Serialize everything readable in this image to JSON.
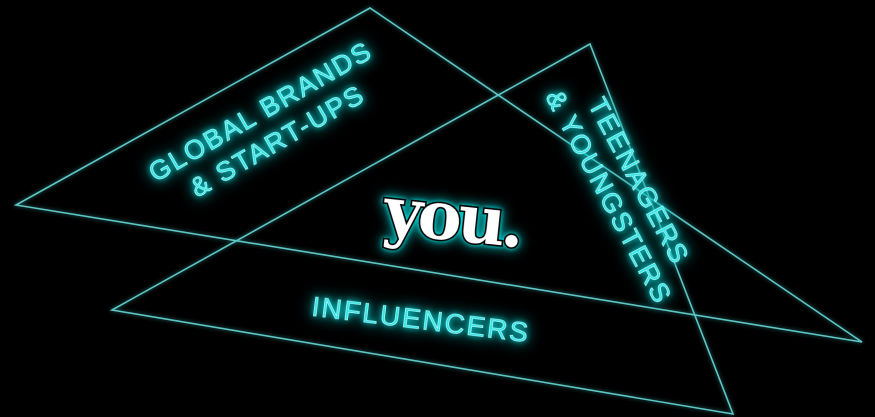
{
  "diagram": {
    "triangles": [
      {
        "name": "left-triangle"
      },
      {
        "name": "right-triangle"
      }
    ],
    "labels": {
      "global_brands_line1": "GLOBAL BRANDS",
      "global_brands_line2": "& START-UPS",
      "teenagers_line1": "TEENAGERS",
      "teenagers_line2": "& YOUNGSTERS",
      "influencers": "INFLUENCERS",
      "center": "you."
    },
    "colors": {
      "background": "#000000",
      "outline": "#5fc4c4",
      "label_glow": "#33e6e6",
      "center_text": "#ffffff"
    }
  }
}
